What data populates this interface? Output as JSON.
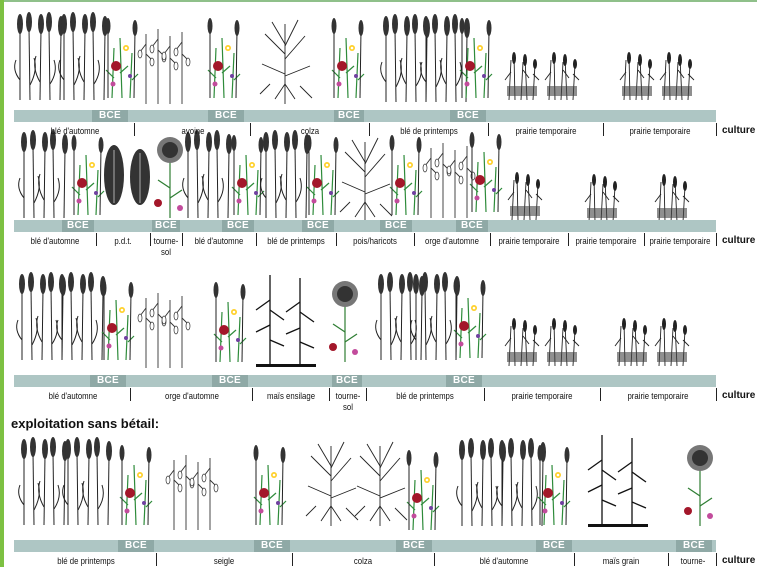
{
  "bce": "BCE",
  "row_label": "culture",
  "section_title": "exploitation sans bétail:",
  "rows": [
    {
      "crops": [
        "blé d'automne",
        "avoine",
        "colza",
        "blé de printemps",
        "prairie temporaire",
        "prairie temporaire"
      ]
    },
    {
      "crops": [
        "blé d'automne",
        "p.d.t.",
        "tourne-sol",
        "blé d'automne",
        "blé de printemps",
        "pois/haricots",
        "orge d'automne",
        "prairie temporaire",
        "prairie temporaire",
        "prairie temporaire"
      ]
    },
    {
      "crops": [
        "blé d'automne",
        "orge d'automne",
        "maïs ensilage",
        "tourne-sol",
        "blé de printemps",
        "prairie temporaire",
        "prairie temporaire"
      ]
    },
    {
      "crops": [
        "blé de printemps",
        "seigle",
        "colza",
        "blé d'automne",
        "maïs grain",
        "tourne-"
      ]
    }
  ]
}
